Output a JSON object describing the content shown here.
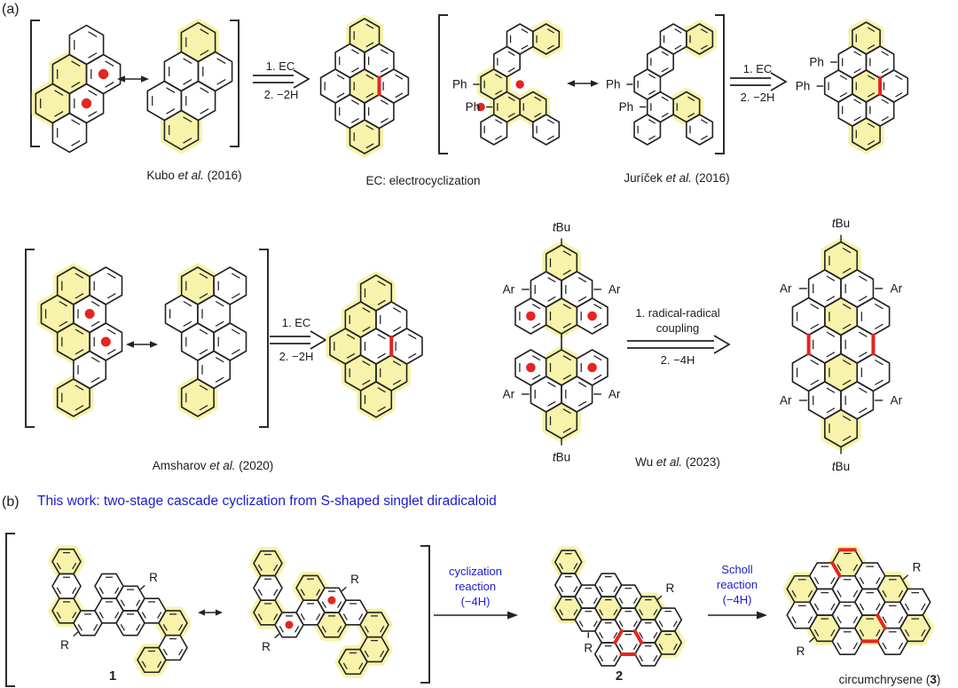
{
  "panel_a": {
    "label": "(a)",
    "ec_note": "EC: electrocyclization",
    "schemes": [
      {
        "id": "kubo",
        "caption": {
          "pre": "Kubo ",
          "it": "et al.",
          "post": " (2016)"
        },
        "steps": {
          "top": "1. EC",
          "bottom": "2. −2H"
        }
      },
      {
        "id": "juricek",
        "caption": {
          "pre": "Juríček ",
          "it": "et al.",
          "post": " (2016)"
        },
        "steps": {
          "top": "1. EC",
          "bottom": "2. −2H"
        }
      },
      {
        "id": "amsharov",
        "caption": {
          "pre": "Amsharov ",
          "it": "et al.",
          "post": " (2020)"
        },
        "steps": {
          "top": "1. EC",
          "bottom": "2. −2H"
        }
      },
      {
        "id": "wu",
        "caption": {
          "pre": "Wu ",
          "it": "et al.",
          "post": " (2023)"
        },
        "steps": {
          "top": "1. radical-radical",
          "top2": "coupling",
          "bottom": "2. −4H"
        }
      }
    ]
  },
  "panel_b": {
    "label": "(b)",
    "title": "This work: two-stage cascade cyclization from S-shaped singlet diradicaloid",
    "arrow1": {
      "l1": "cyclization",
      "l2": "reaction",
      "l3": "(−4H)"
    },
    "arrow2": {
      "l1": "Scholl",
      "l2": "reaction",
      "l3": "(−4H)"
    },
    "compound1_label": "1",
    "compound2_label": "2",
    "compound3_caption": {
      "pre": "circum",
      "pre2": "chrysene (",
      "b": "3",
      "post": ")"
    }
  },
  "labels": {
    "ph": "Ph",
    "ar": "Ar",
    "r": "R",
    "tbu_it": "t",
    "tbu_rest": "Bu"
  },
  "colors": {
    "highlight": "#f8f3a6",
    "radical": "#e42520",
    "bond_red": "#e42520",
    "blue": "#1b1bd0",
    "ink": "#222222"
  }
}
